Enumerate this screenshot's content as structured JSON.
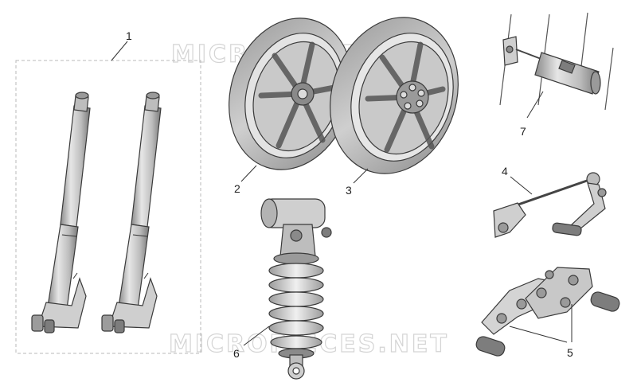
{
  "diagram": {
    "callouts": [
      {
        "id": "1",
        "label": "1"
      },
      {
        "id": "2",
        "label": "2"
      },
      {
        "id": "3",
        "label": "3"
      },
      {
        "id": "4",
        "label": "4"
      },
      {
        "id": "5",
        "label": "5"
      },
      {
        "id": "6",
        "label": "6"
      },
      {
        "id": "7",
        "label": "7"
      }
    ],
    "watermark": "MICROPIECES.NET",
    "colors": {
      "metal_light": "#d9d9d9",
      "metal_mid": "#b3b3b3",
      "metal_dark": "#7d7d7d",
      "outline": "#3a3a3a",
      "group_box": "#b8b8b8"
    }
  }
}
